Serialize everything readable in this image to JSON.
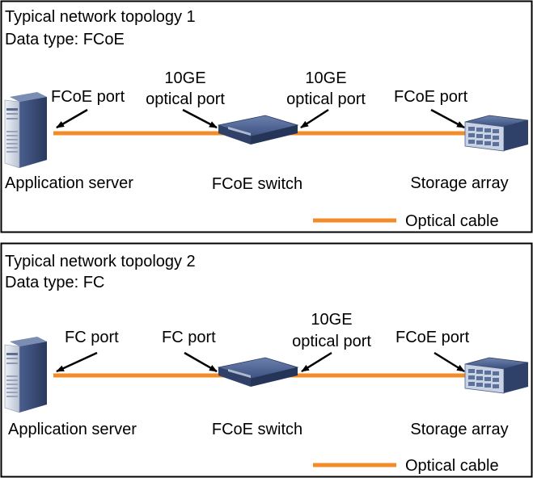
{
  "colors": {
    "cable": "#f28c28",
    "border": "#000000",
    "arrow": "#000000",
    "device_dark": "#2f4168",
    "device_mid": "#4a5f8f",
    "device_light": "#c9d2e2"
  },
  "topology1": {
    "title": "Typical network topology 1",
    "data_type": "Data type: FCoE",
    "port_left": "FCoE port",
    "port_mid_left": [
      "10GE",
      "optical port"
    ],
    "port_mid_right": [
      "10GE",
      "optical port"
    ],
    "port_right": "FCoE port",
    "server_label": "Application server",
    "switch_label": "FCoE switch",
    "storage_label": "Storage array",
    "legend_label": "Optical cable",
    "icons": {
      "server": "server-icon",
      "switch": "switch-icon",
      "storage": "storage-array-icon"
    }
  },
  "topology2": {
    "title": "Typical network topology 2",
    "data_type": "Data type: FC",
    "port_left": "FC port",
    "port_mid_left": "FC port",
    "port_mid_right": [
      "10GE",
      "optical port"
    ],
    "port_right": "FCoE port",
    "server_label": "Application server",
    "switch_label": "FCoE switch",
    "storage_label": "Storage array",
    "legend_label": "Optical cable",
    "icons": {
      "server": "server-icon",
      "switch": "switch-icon",
      "storage": "storage-array-icon"
    }
  }
}
